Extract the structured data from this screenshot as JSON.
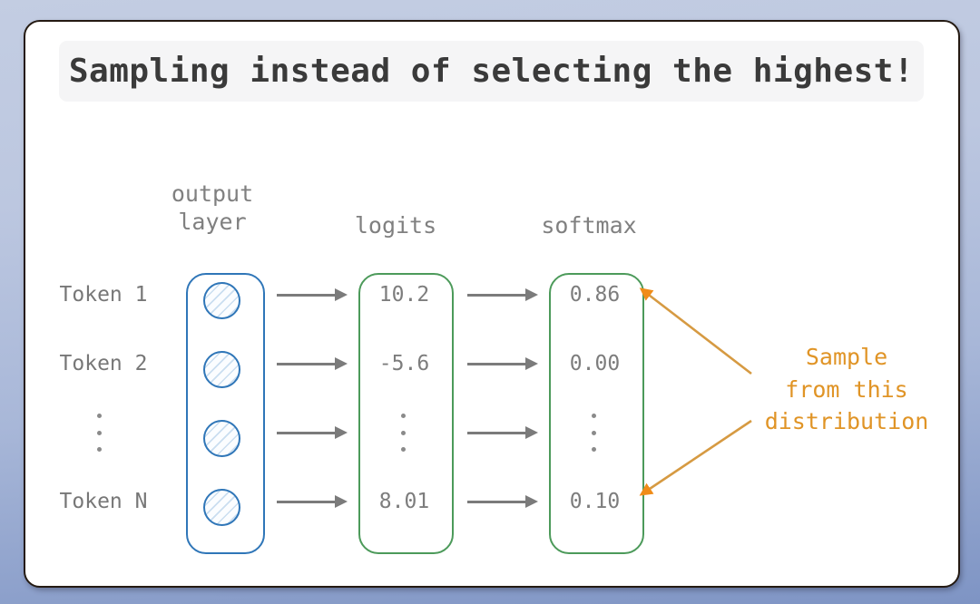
{
  "slide": {
    "title": "Sampling instead of selecting the highest!",
    "background_outer": "#a8b7d8",
    "card_background": "#ffffff",
    "card_border_color": "#241a12"
  },
  "diagram": {
    "columns": [
      {
        "name": "output-layer",
        "header": "output\nlayer",
        "border_color": "#2f76b8"
      },
      {
        "name": "logits",
        "header": "logits",
        "border_color": "#4c9a5a"
      },
      {
        "name": "softmax",
        "header": "softmax",
        "border_color": "#4c9a5a"
      }
    ],
    "rows": [
      {
        "label": "Token 1",
        "logit": "10.2",
        "softmax": "0.86",
        "is_ellipsis": false
      },
      {
        "label": "Token 2",
        "logit": "-5.6",
        "softmax": "0.00",
        "is_ellipsis": false
      },
      {
        "label": "⋮",
        "logit": "⋮",
        "softmax": "⋮",
        "is_ellipsis": true
      },
      {
        "label": "Token N",
        "logit": "8.01",
        "softmax": "0.10",
        "is_ellipsis": false
      }
    ],
    "arrow_color": "#7b7b7b",
    "neuron_color": "#2f76b8"
  },
  "annotation": {
    "text": "Sample\nfrom this\ndistribution",
    "color": "#e09426",
    "arrow_top_icon": "arrow-up-left-icon",
    "arrow_bottom_icon": "arrow-down-left-icon"
  }
}
